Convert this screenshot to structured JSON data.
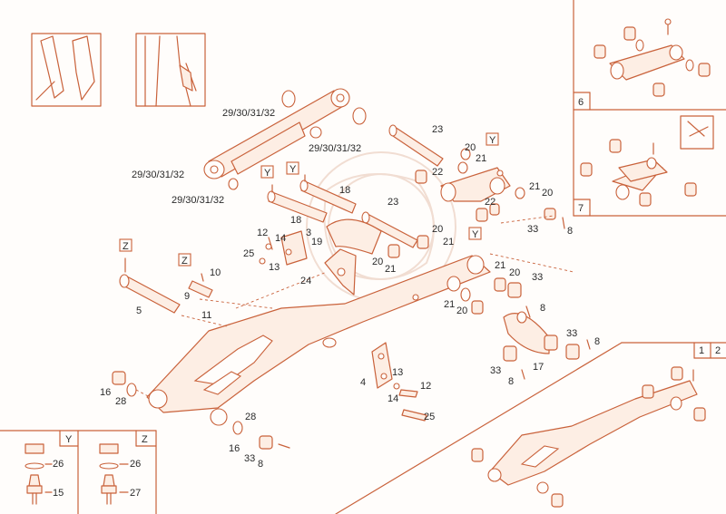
{
  "accent_color": "#c9623b",
  "labels": {
    "l2930a": "29/30/31/32",
    "l2930b": "29/30/31/32",
    "l2930c": "29/30/31/32",
    "l2930d": "29/30/31/32",
    "l23a": "23",
    "l23b": "23",
    "l20a": "20",
    "l21a": "21",
    "l22a": "22",
    "l22b": "22",
    "l18a": "18",
    "l18b": "18",
    "l21b": "21",
    "l20b": "20",
    "l33a": "33",
    "l8a": "8",
    "l12a": "12",
    "l14a": "14",
    "l3": "3",
    "l19": "19",
    "l25a": "25",
    "l13a": "13",
    "l20c": "20",
    "l21c": "21",
    "l20d": "20",
    "l21d": "21",
    "l10": "10",
    "l9": "9",
    "l11": "11",
    "l5": "5",
    "l24": "24",
    "l21e": "21",
    "l20e": "20",
    "l33b": "33",
    "l8b": "8",
    "l21f": "21",
    "l20f": "20",
    "l33c": "33",
    "l17": "17",
    "l33d": "33",
    "l8c": "8",
    "l8d": "8",
    "l4": "4",
    "l13b": "13",
    "l12b": "12",
    "l14b": "14",
    "l25b": "25",
    "l16a": "16",
    "l28a": "28",
    "l28b": "28",
    "l16b": "16",
    "l33e": "33",
    "l8e": "8",
    "l26a": "26",
    "l15": "15",
    "l26b": "26",
    "l27": "27",
    "p6": "6",
    "p7": "7",
    "p1": "1",
    "p2": "2"
  },
  "ref_tags": {
    "y_top": "Y",
    "y1": "Y",
    "y2": "Y",
    "y_right": "Y",
    "z1": "Z",
    "z2": "Z",
    "y_box": "Y",
    "z_box": "Z"
  }
}
